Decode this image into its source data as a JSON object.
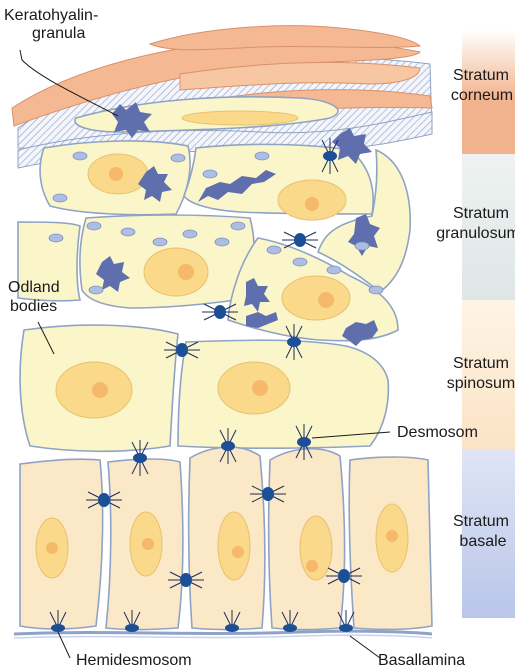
{
  "labels": {
    "keratohyalin": [
      "Keratohyalin-",
      "granula"
    ],
    "odland": [
      "Odland",
      "bodies"
    ],
    "desmosom": "Desmosom",
    "hemidesmosom": "Hemidesmosom",
    "basallamina": "Basallamina"
  },
  "layers": [
    {
      "lines": [
        "Stratum",
        "corneum"
      ],
      "color": "#f2b48e"
    },
    {
      "lines": [
        "Stratum",
        "granulosum"
      ],
      "color": "#dfe6e6"
    },
    {
      "lines": [
        "Stratum",
        "spinosum"
      ],
      "color": "#fbe3c4"
    },
    {
      "lines": [
        "Stratum",
        "basale"
      ],
      "color": "#c9d3ee"
    }
  ]
}
